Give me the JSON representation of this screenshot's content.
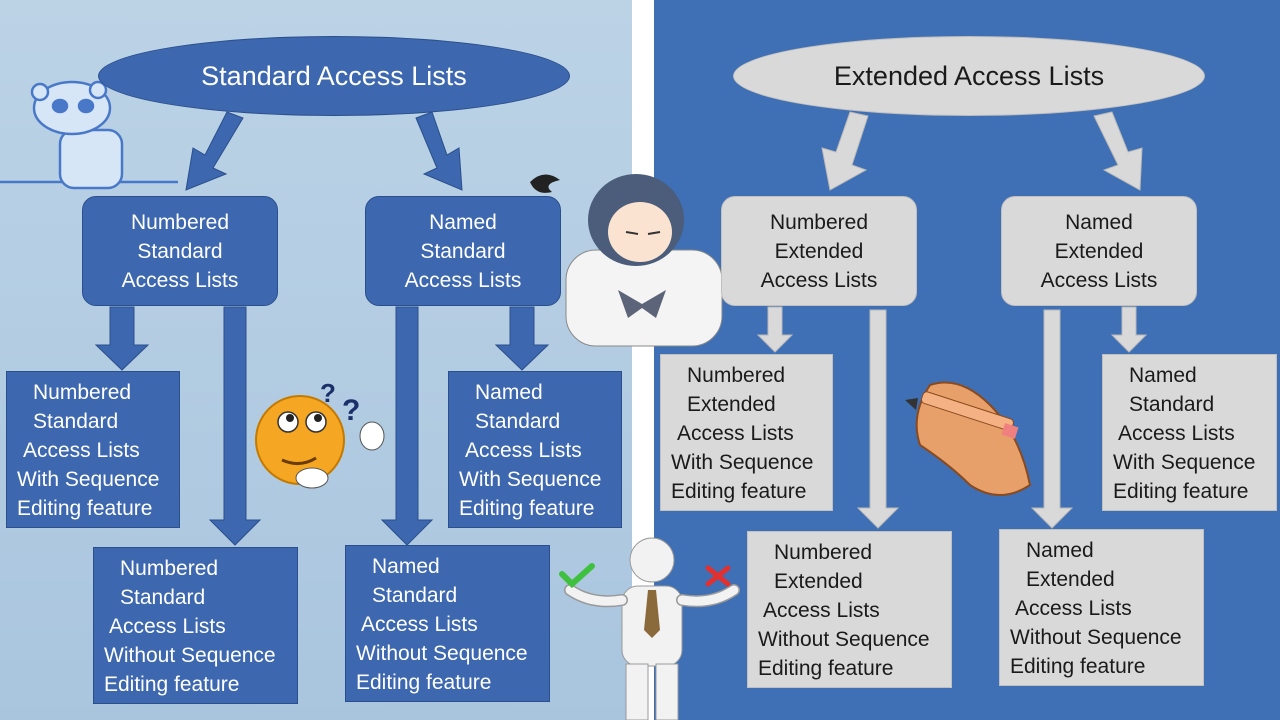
{
  "standard": {
    "title": "Standard Access Lists",
    "numbered_box": [
      "Numbered",
      "Standard",
      "Access Lists"
    ],
    "named_box": [
      "Named",
      "Standard",
      "Access Lists"
    ],
    "numbered_with_seq": [
      "Numbered",
      "Standard",
      "Access Lists",
      "With Sequence",
      "Editing feature"
    ],
    "named_with_seq": [
      "Named",
      "Standard",
      "Access Lists",
      "With Sequence",
      "Editing feature"
    ],
    "numbered_without_seq": [
      "Numbered",
      "Standard",
      "Access Lists",
      "Without Sequence",
      "Editing feature"
    ],
    "named_without_seq": [
      "Named",
      "Standard",
      "Access Lists",
      "Without Sequence",
      "Editing feature"
    ]
  },
  "extended": {
    "title": "Extended Access Lists",
    "numbered_box": [
      "Numbered",
      "Extended",
      "Access Lists"
    ],
    "named_box": [
      "Named",
      "Extended",
      "Access Lists"
    ],
    "numbered_with_seq": [
      "Numbered",
      "Extended",
      "Access Lists",
      "With Sequence",
      "Editing feature"
    ],
    "named_with_seq": [
      "Named",
      "Standard",
      "Access Lists",
      "With Sequence",
      "Editing feature"
    ],
    "numbered_without_seq": [
      "Numbered",
      "Extended",
      "Access Lists",
      "Without Sequence",
      "Editing feature"
    ],
    "named_without_seq": [
      "Named",
      "Extended",
      "Access Lists",
      "Without Sequence",
      "Editing feature"
    ]
  },
  "colors": {
    "left_bg": "#bcd3e6",
    "right_bg": "#3f6fb4",
    "box_blue": "#3d67ae",
    "box_grey": "#d9d9d9",
    "arrow_grey": "#d9d9d9"
  },
  "icons": [
    "panda-mascot-icon",
    "thinking-emoji-icon",
    "worried-girl-icon",
    "hand-writing-icon",
    "person-balance-icon",
    "checkmark-icon",
    "cross-icon"
  ]
}
